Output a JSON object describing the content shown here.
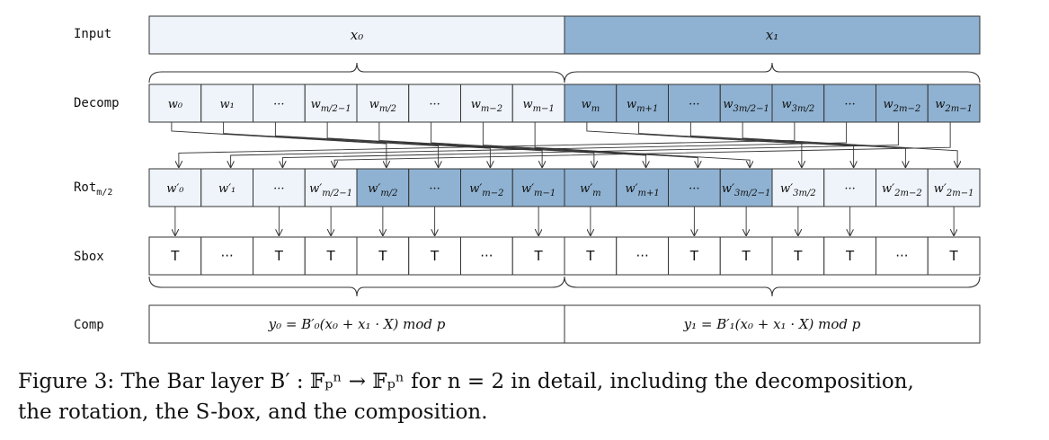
{
  "colors": {
    "light": "#eef4fa",
    "dark": "#8fb2d2",
    "stroke": "#333333"
  },
  "rows": {
    "input": {
      "label": "Input",
      "cells": [
        {
          "text": "x₀",
          "shade": "light"
        },
        {
          "text": "x₁",
          "shade": "dark"
        }
      ]
    },
    "decomp": {
      "label": "Decomp",
      "cells": [
        {
          "text": "w₀",
          "shade": "light"
        },
        {
          "text": "w₁",
          "shade": "light"
        },
        {
          "text": "···",
          "shade": "light"
        },
        {
          "text": "w_{m/2−1}",
          "shade": "light"
        },
        {
          "text": "w_{m/2}",
          "shade": "light"
        },
        {
          "text": "···",
          "shade": "light"
        },
        {
          "text": "w_{m−2}",
          "shade": "light"
        },
        {
          "text": "w_{m−1}",
          "shade": "light"
        },
        {
          "text": "w_m",
          "shade": "dark"
        },
        {
          "text": "w_{m+1}",
          "shade": "dark"
        },
        {
          "text": "···",
          "shade": "dark"
        },
        {
          "text": "w_{3m/2−1}",
          "shade": "dark"
        },
        {
          "text": "w_{3m/2}",
          "shade": "dark"
        },
        {
          "text": "···",
          "shade": "dark"
        },
        {
          "text": "w_{2m−2}",
          "shade": "dark"
        },
        {
          "text": "w_{2m−1}",
          "shade": "dark"
        }
      ]
    },
    "rot": {
      "label": "Rot_{m/2}",
      "cells": [
        {
          "text": "w′₀",
          "shade": "light"
        },
        {
          "text": "w′₁",
          "shade": "light"
        },
        {
          "text": "···",
          "shade": "light"
        },
        {
          "text": "w′_{m/2−1}",
          "shade": "light"
        },
        {
          "text": "w′_{m/2}",
          "shade": "dark"
        },
        {
          "text": "···",
          "shade": "dark"
        },
        {
          "text": "w′_{m−2}",
          "shade": "dark"
        },
        {
          "text": "w′_{m−1}",
          "shade": "dark"
        },
        {
          "text": "w′_m",
          "shade": "dark"
        },
        {
          "text": "w′_{m+1}",
          "shade": "dark"
        },
        {
          "text": "···",
          "shade": "dark"
        },
        {
          "text": "w′_{3m/2−1}",
          "shade": "dark"
        },
        {
          "text": "w′_{3m/2}",
          "shade": "light"
        },
        {
          "text": "···",
          "shade": "light"
        },
        {
          "text": "w′_{2m−2}",
          "shade": "light"
        },
        {
          "text": "w′_{2m−1}",
          "shade": "light"
        }
      ]
    },
    "sbox": {
      "label": "Sbox",
      "cells": [
        "T",
        "···",
        "T",
        "T",
        "T",
        "T",
        "···",
        "T",
        "T",
        "···",
        "T",
        "T",
        "T",
        "T",
        "···",
        "T"
      ]
    },
    "comp": {
      "label": "Comp",
      "cells": [
        {
          "text": "y₀ = B′₀(x₀ + x₁ · X)  mod p"
        },
        {
          "text": "y₁ = B′₁(x₀ + x₁ · X)  mod p"
        }
      ]
    }
  },
  "caption": {
    "line1": "Figure 3: The Bar layer B′ : 𝔽ₚⁿ → 𝔽ₚⁿ for n = 2 in detail, including the decomposition,",
    "line2": "the rotation, the S-box, and the composition."
  }
}
